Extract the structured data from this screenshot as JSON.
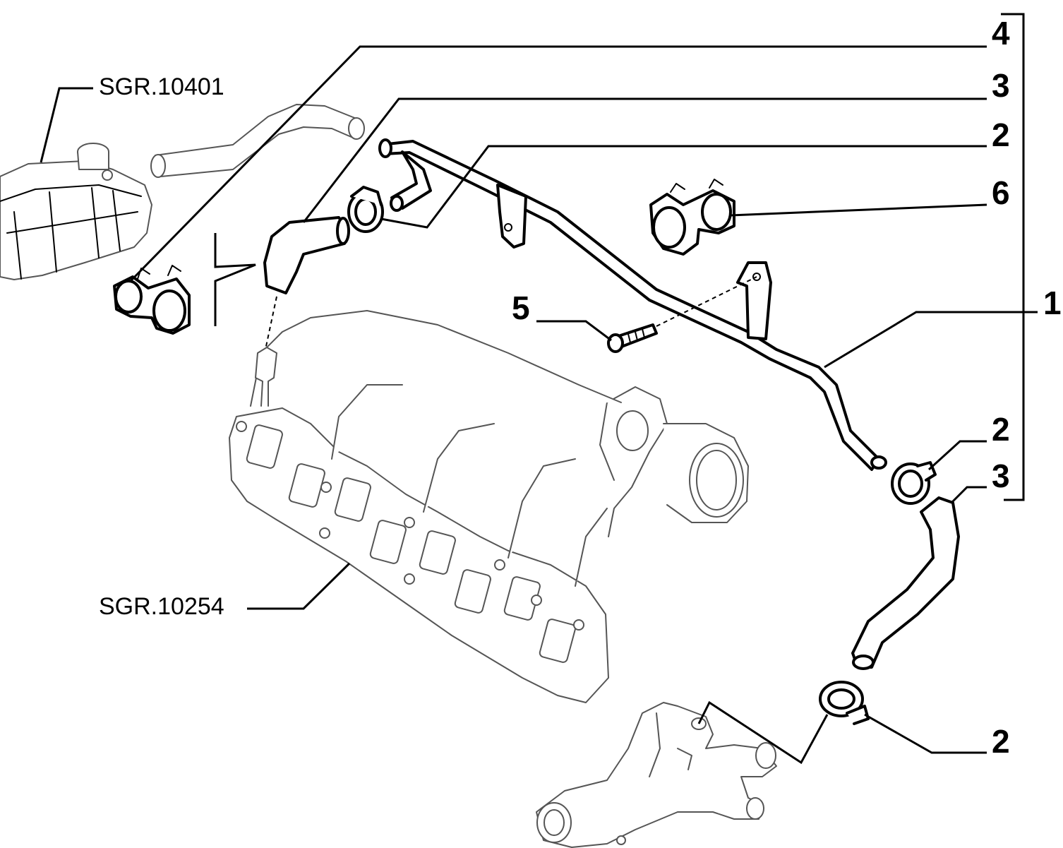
{
  "callouts": {
    "c4": "4",
    "c3_top": "3",
    "c2_top": "2",
    "c6": "6",
    "c1": "1",
    "c5": "5",
    "c2_mid": "2",
    "c3_mid": "3",
    "c2_bottom": "2"
  },
  "references": {
    "reservoir": "SGR.10401",
    "manifold": "SGR.10254"
  }
}
